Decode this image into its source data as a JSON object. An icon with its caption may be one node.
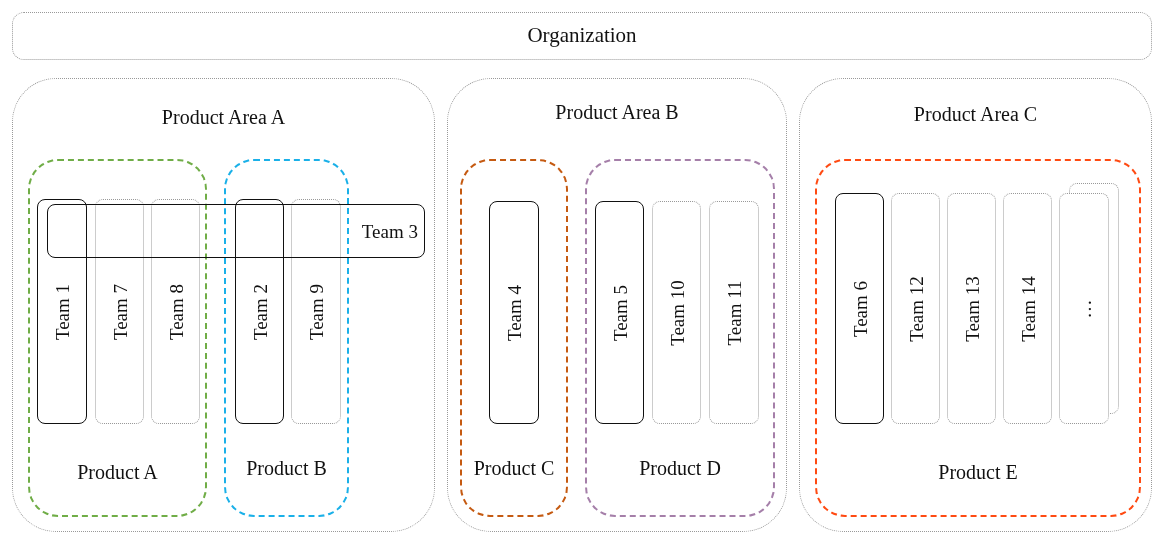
{
  "diagram": {
    "nodes": [
      {
        "text": [
          "Organization"
        ]
      },
      {
        "text": [
          "Product Area A"
        ]
      },
      {
        "text": [
          "Product A"
        ],
        "in": 1
      },
      {
        "text": [
          "Team 1"
        ],
        "in": 2
      },
      {
        "text": [
          "Team 7"
        ],
        "in": 2
      },
      {
        "text": [
          "Team 8"
        ],
        "in": 2
      },
      {
        "text": [
          "Product B"
        ],
        "in": 1
      },
      {
        "text": [
          "Team 2"
        ],
        "in": 6
      },
      {
        "text": [
          "Team 9"
        ],
        "in": 6
      },
      {
        "text": [
          "Team 3"
        ],
        "in": 1
      },
      {
        "text": [
          "Product Area B"
        ]
      },
      {
        "text": [
          "Product C"
        ],
        "in": 10
      },
      {
        "text": [
          "Team 4"
        ],
        "in": 11
      },
      {
        "text": [
          "Product D"
        ],
        "in": 10
      },
      {
        "text": [
          "Team 5"
        ],
        "in": 13
      },
      {
        "text": [
          "Team 10"
        ],
        "in": 13
      },
      {
        "text": [
          "Team 11"
        ],
        "in": 13
      },
      {
        "text": [
          "Product Area C"
        ]
      },
      {
        "text": [
          "Product E"
        ],
        "in": 17
      },
      {
        "text": [
          "Team 6"
        ],
        "in": 18
      },
      {
        "text": [
          "Team 12"
        ],
        "in": 18
      },
      {
        "text": [
          "Team 13"
        ],
        "in": 18
      },
      {
        "text": [
          "Team 14"
        ],
        "in": 18
      },
      {
        "text": [
          "…"
        ],
        "in": 18
      }
    ]
  }
}
